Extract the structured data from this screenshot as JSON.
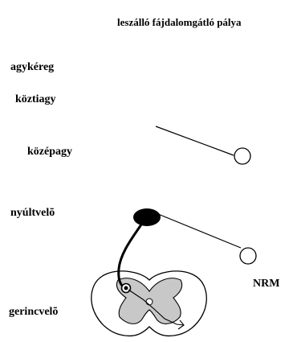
{
  "diagram": {
    "title": "leszálló fájdalomgátló pálya",
    "labels": {
      "cortex": "agykéreg",
      "diencephalon": "köztiagy",
      "midbrain": "középagy",
      "medulla": "nyúltvelõ",
      "nrm": "NRM",
      "spinal_cord": "gerincvelõ"
    },
    "colors": {
      "ink": "#000000",
      "gray_matter": "#c8c8c8",
      "background": "#ffffff"
    }
  }
}
